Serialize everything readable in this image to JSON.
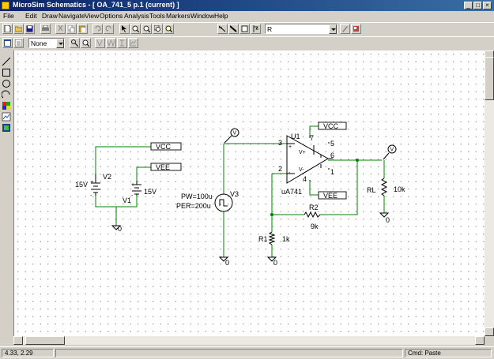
{
  "window": {
    "title": "MicroSim Schematics - [ OA_741_5  p.1 (current) ]"
  },
  "menu": [
    "File",
    "Edit",
    "Draw",
    "Navigate",
    "View",
    "Options",
    "Analysis",
    "Tools",
    "Markers",
    "Window",
    "Help"
  ],
  "toolbar": {
    "part_field": "R",
    "layer_field": "None"
  },
  "status": {
    "coords": "4.33, 2.29",
    "cmd": "Cmd: Paste"
  },
  "schematic": {
    "vcc_label_1": "VCC",
    "vee_label_1": "VEE",
    "vcc_label_2": "VCC",
    "vee_label_2": "VEE",
    "v2_name": "V2",
    "v2_value": "15V",
    "v1_name": "V1",
    "v1_value": "15V",
    "v3_name": "V3",
    "v3_pw": "PW=100u",
    "v3_per": "PER=200u",
    "u1_name": "U1",
    "u1_part": "uA741",
    "pin3": "3",
    "pin2": "2",
    "pin7": "7",
    "pin4": "4",
    "pin5": "5",
    "pin6": "6",
    "pin1": "1",
    "vplus": "V+",
    "vminus": "V-",
    "r1_name": "R1",
    "r1_value": "1k",
    "r2_name": "R2",
    "r2_value": "9k",
    "rl_name": "RL",
    "rl_value": "10k",
    "gnd": "0",
    "probe_v": "V"
  },
  "colors": {
    "wire": "#008000",
    "part": "#000000",
    "offpage_fill": "#ffffff",
    "titlebar": "#0a246a"
  }
}
